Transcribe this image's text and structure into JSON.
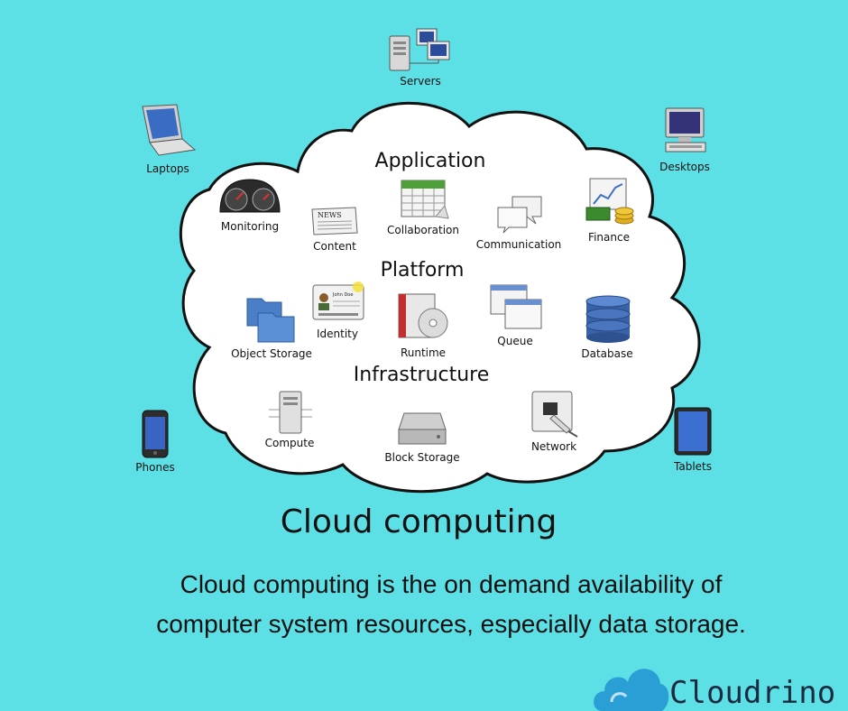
{
  "diagram": {
    "title": "Cloud computing",
    "description_line1": "Cloud computing is the on demand availability of",
    "description_line2": "computer system resources, especially data storage.",
    "brand": "Cloudrino",
    "sections": {
      "application": "Application",
      "platform": "Platform",
      "infrastructure": "Infrastructure"
    },
    "devices": {
      "servers": "Servers",
      "laptops": "Laptops",
      "desktops": "Desktops",
      "phones": "Phones",
      "tablets": "Tablets"
    },
    "application_items": {
      "monitoring": "Monitoring",
      "content": "Content",
      "collaboration": "Collaboration",
      "communication": "Communication",
      "finance": "Finance"
    },
    "platform_items": {
      "object_storage": "Object Storage",
      "identity": "Identity",
      "runtime": "Runtime",
      "queue": "Queue",
      "database": "Database"
    },
    "infrastructure_items": {
      "compute": "Compute",
      "block_storage": "Block Storage",
      "network": "Network"
    },
    "icon_texts": {
      "news": "NEWS",
      "identity_card_name": "John Doe"
    },
    "colors": {
      "background": "#5ce0e6",
      "cloud_fill": "#ffffff",
      "brand_cloud": "#2a9fd6",
      "text": "#111111"
    }
  }
}
